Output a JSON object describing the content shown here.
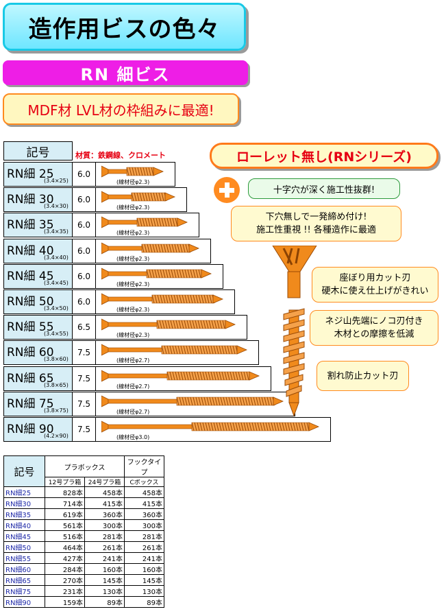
{
  "header": {
    "title": "造作用ビスの色々",
    "subtitle": "RN 細ビス",
    "tagline": "MDF材 LVL材の枠組みに最適!"
  },
  "size_table": {
    "kigou_label": "記号",
    "material": "材質：鉄鋼線、クロメート",
    "rows": [
      {
        "name": "RN細 25",
        "dim": "(3.4×25)",
        "len": "6.0",
        "wire": "(線材径φ2.3)"
      },
      {
        "name": "RN細 30",
        "dim": "(3.4×30)",
        "len": "6.0",
        "wire": "(線材径φ2.3)"
      },
      {
        "name": "RN細 35",
        "dim": "(3.4×35)",
        "len": "6.0",
        "wire": "(線材径φ2.3)"
      },
      {
        "name": "RN細 40",
        "dim": "(3.4×40)",
        "len": "6.0",
        "wire": "(線材径φ2.3)"
      },
      {
        "name": "RN細 45",
        "dim": "(3.4×45)",
        "len": "6.0",
        "wire": "(線材径φ2.3)"
      },
      {
        "name": "RN細 50",
        "dim": "(3.4×50)",
        "len": "6.0",
        "wire": "(線材径φ2.3)"
      },
      {
        "name": "RN細 55",
        "dim": "(3.4×55)",
        "len": "6.5",
        "wire": "(線材径φ2.3)"
      },
      {
        "name": "RN細 60",
        "dim": "(3.8×60)",
        "len": "7.5",
        "wire": "(線材径φ2.7)"
      },
      {
        "name": "RN細 65",
        "dim": "(3.8×65)",
        "len": "7.5",
        "wire": "(線材径φ2.7)"
      },
      {
        "name": "RN細 75",
        "dim": "(3.8×75)",
        "len": "7.5",
        "wire": "(線材径φ2.7)"
      },
      {
        "name": "RN細 90",
        "dim": "(4.2×90)",
        "len": "7.5",
        "wire": "(線材径φ3.0)"
      }
    ]
  },
  "features": {
    "series": "ローレット無し(RNシリーズ)",
    "plus_icon": "plus-icon",
    "note_cross": "十字穴が深く施工性抜群!",
    "note1": [
      "下穴無しで一発締め付け!",
      "施工性重視 !! 各種造作に最適"
    ],
    "note2": [
      "座ぼり用カット刃",
      "硬木に使え仕上げがきれい"
    ],
    "note3": [
      "ネジ山先端にノコ刃付き",
      "木材との摩擦を低減"
    ],
    "note4": "割れ防止カット刃"
  },
  "count_table": {
    "kigou": "記号",
    "group1": "プラボックス",
    "group2": "フックタイプ",
    "col1": "12号プラ箱",
    "col2": "24号プラ箱",
    "col3": "Cボックス",
    "rows": [
      [
        "RN細25",
        "828本",
        "458本",
        "458本"
      ],
      [
        "RN細30",
        "714本",
        "415本",
        "415本"
      ],
      [
        "RN細35",
        "619本",
        "360本",
        "360本"
      ],
      [
        "RN細40",
        "561本",
        "300本",
        "300本"
      ],
      [
        "RN細45",
        "516本",
        "281本",
        "281本"
      ],
      [
        "RN細50",
        "464本",
        "261本",
        "261本"
      ],
      [
        "RN細55",
        "427本",
        "241本",
        "241本"
      ],
      [
        "RN細60",
        "284本",
        "160本",
        "160本"
      ],
      [
        "RN細65",
        "270本",
        "145本",
        "145本"
      ],
      [
        "RN細75",
        "231本",
        "130本",
        "130本"
      ],
      [
        "RN細90",
        "159本",
        "89本",
        "89本"
      ]
    ]
  },
  "colors": {
    "screw": "#f08a1c",
    "screw_dark": "#b85a08",
    "accent_red": "#e60012",
    "magenta": "#ee1ee6",
    "cyan": "#18c9e6"
  }
}
